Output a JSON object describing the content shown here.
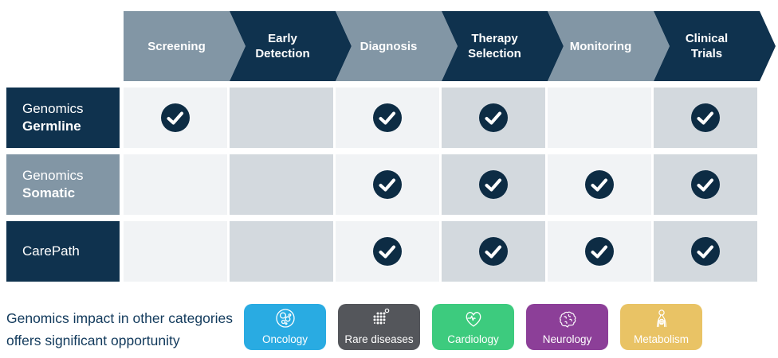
{
  "header": {
    "stages": [
      {
        "label": "Screening",
        "variant": "gray"
      },
      {
        "label": "Early\nDetection",
        "variant": "navy"
      },
      {
        "label": "Diagnosis",
        "variant": "gray"
      },
      {
        "label": "Therapy\nSelection",
        "variant": "navy"
      },
      {
        "label": "Monitoring",
        "variant": "gray"
      },
      {
        "label": "Clinical\nTrials",
        "variant": "navy"
      }
    ]
  },
  "matrix": {
    "rows": [
      {
        "title": "Genomics",
        "subtitle": "Germline",
        "variant": "navy",
        "checks": [
          true,
          false,
          true,
          true,
          false,
          true
        ]
      },
      {
        "title": "Genomics",
        "subtitle": "Somatic",
        "variant": "gray",
        "checks": [
          false,
          false,
          true,
          true,
          true,
          true
        ]
      },
      {
        "title": "CarePath",
        "subtitle": "",
        "variant": "navy",
        "checks": [
          false,
          false,
          true,
          true,
          true,
          true
        ]
      }
    ]
  },
  "footnote": {
    "line1": "Genomics impact in other categories",
    "line2": "offers significant opportunity"
  },
  "categories": [
    {
      "label": "Oncology",
      "color": "#29ABE2",
      "icon": "cell-cluster-icon"
    },
    {
      "label": "Rare diseases",
      "color": "#54565B",
      "icon": "dot-matrix-icon"
    },
    {
      "label": "Cardiology",
      "color": "#3DCB7E",
      "icon": "heart-pulse-icon"
    },
    {
      "label": "Neurology",
      "color": "#8C3F98",
      "icon": "brain-icon"
    },
    {
      "label": "Metabolism",
      "color": "#E9C365",
      "icon": "digestive-tract-icon"
    }
  ],
  "colors": {
    "navy": "#0F324E",
    "slate_gray": "#8296A5",
    "cell_light": "#F1F3F5",
    "cell_dark": "#D3D9DE",
    "check_circle": "#0D2C44",
    "footnote_text": "#123A5C"
  }
}
